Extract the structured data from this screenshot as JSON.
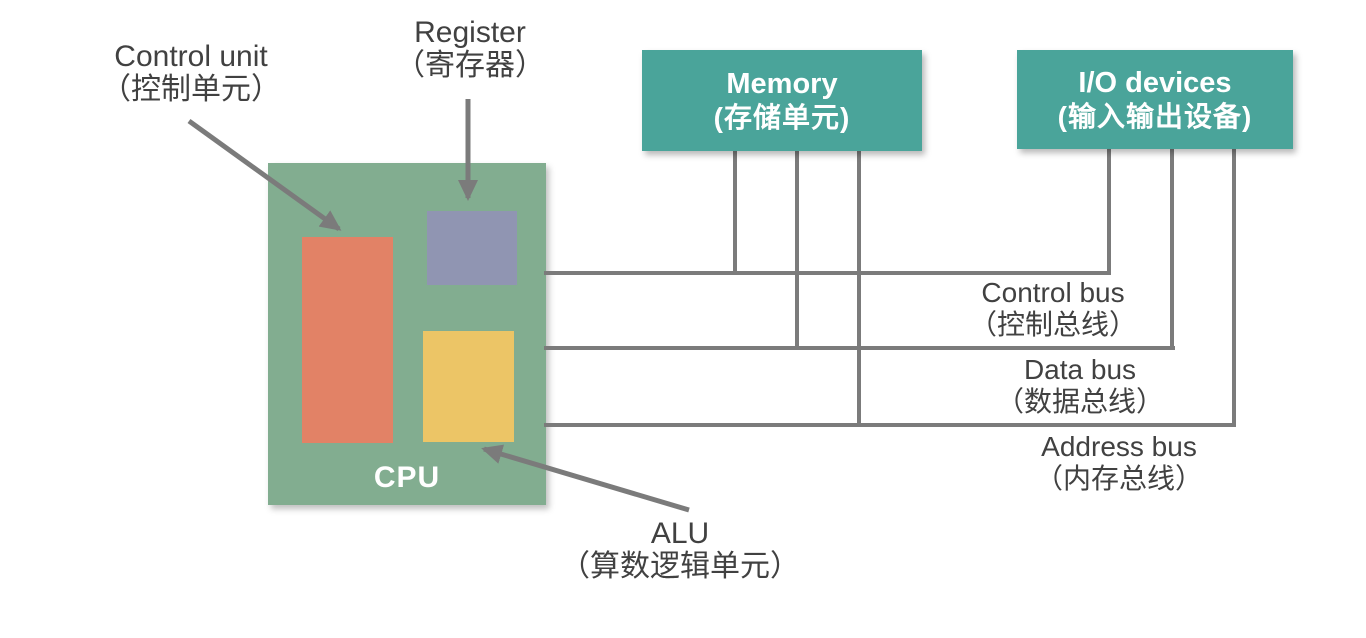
{
  "diagram_title": "CPU / bus architecture diagram",
  "colors": {
    "cpu_block": "#82ad90",
    "control_unit_block": "#e28266",
    "register_block": "#9095b2",
    "alu_block": "#ecc566",
    "node_teal": "#4aa49a",
    "line_gray": "#7b7b7b",
    "label_text": "#414141",
    "box_text": "#ffffff"
  },
  "cpu": {
    "label": "CPU"
  },
  "nodes": {
    "memory": {
      "en": "Memory",
      "zh": "(存储单元)"
    },
    "io": {
      "en": "I/O devices",
      "zh": "(输入输出设备)"
    }
  },
  "callouts": {
    "control_unit": {
      "en": "Control unit",
      "zh": "（控制单元）"
    },
    "register": {
      "en": "Register",
      "zh": "（寄存器）"
    },
    "alu": {
      "en": "ALU",
      "zh": "（算数逻辑单元）"
    }
  },
  "buses": {
    "control": {
      "en": "Control bus",
      "zh": "（控制总线）"
    },
    "data": {
      "en": "Data bus",
      "zh": "（数据总线）"
    },
    "address": {
      "en": "Address bus",
      "zh": "（内存总线）"
    }
  },
  "connections": [
    "CPU - Control bus - Memory, I/O devices",
    "CPU - Data bus - Memory, I/O devices",
    "CPU - Address bus - Memory, I/O devices"
  ]
}
